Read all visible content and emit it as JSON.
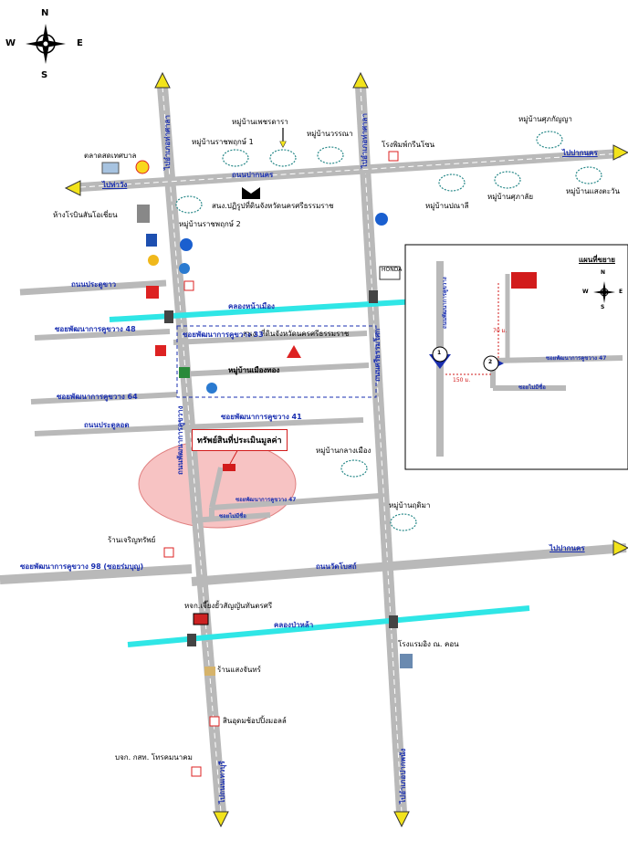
{
  "compass": {
    "n": "N",
    "s": "S",
    "e": "E",
    "w": "W"
  },
  "inset_compass": {
    "n": "N",
    "s": "S",
    "e": "E",
    "w": "W"
  },
  "labels": {
    "market": "ตลาดสดเทศบาล",
    "village_rajaphruk1": "หมู่บ้านราชพฤกษ์ 1",
    "village_phetdara": "หมู่บ้านเพชรดารา",
    "village_wanna": "หมู่บ้านวรรณา",
    "printing": "โรงพิมพ์กรีนโซน",
    "village_kunya": "หมู่บ้านศุภกัญญา",
    "dept_store": "ห้างโรบินสันโอเชี่ยน",
    "land_office": "สนง.ปฏิรูปที่ดินจังหวัดนครศรีธรรมราช",
    "village_rajaphruk2": "หมู่บ้านราชพฤกษ์ 2",
    "village_pannasi": "หมู่บ้านปณาลี",
    "village_supalai": "หมู่บ้านศุภาลัย",
    "village_saengtawan": "หมู่บ้านแสงตะวัน",
    "provincial_land": "สนง. ที่ดินจังหวัดนครศรีธรรมราช",
    "village_muangthong": "หมู่บ้านเมืองทอง",
    "subject": "ทรัพย์สินที่ประเมินมูลค่า",
    "village_klangmuang": "หมู่บ้านกลางเมือง",
    "village_rudima": "หมู่บ้านฤดิมา",
    "shop_charoensap": "ร้านเจริญทรัพย์",
    "hardware": "หจก.เจี๊ยงยั้วสัญญันทันตรศรี",
    "hotel": "โรงแรมอิง ณ. คอน",
    "shop_saengchan": "ร้านแสงจันทร์",
    "ping_mall": "สินอุดมช้อปปิ้งมอลล์",
    "telecom": "บจก. กสท. โทรคมนาคม",
    "honda": "HONDA"
  },
  "roads": {
    "pak_nakhon_top": "ถนนปากนคร",
    "pracha_uthit_1": "ถนนประตูขาว",
    "soi48": "ซอยพัฒนาการคูขวาง 48",
    "soi33": "ซอยพัฒนาการคูขวาง 33",
    "soi64": "ซอยพัฒนาการคูขวาง 64",
    "pracha_lod": "ถนนประตูลอด",
    "soi41": "ซอยพัฒนาการคูขวาง 41",
    "soi47": "ซอยพัฒนาการคูขวาง 47",
    "soi_noname": "ซอยไม่มีชื่อ",
    "soi98": "ซอยพัฒนาการคูขวาง 98 (ซอยร่มบุญ)",
    "wat_lopsat": "ถนนวัดโบสถ์",
    "pattanakan_kukwang": "ถนนพัฒนาการคูขวาง",
    "sri_thammasok": "ถนนศรีธรรมโศก",
    "v_left_top": "ไปอำเภอท่าศาลา",
    "v_right_top": "ไปอำเภอท่าศาลา",
    "v_left_bottom": "ไปถนนเทวบุรี",
    "v_right_bottom": "ไปอำเภอปากพนัง"
  },
  "canals": {
    "canal_top": "คลองหน้าเมือง",
    "canal_bottom": "คลองป่าหล้า"
  },
  "directions": {
    "to_tha_wang": "ไปท่าวัง",
    "to_pak_nakhon_top": "ไปปากนคร",
    "to_pak_nakhon_mid": "ไปปากนคร"
  },
  "inset": {
    "title": "แผนที่ขยาย",
    "marker1": "1",
    "marker2": "2",
    "dist_150": "150 ม.",
    "dist_70": "70 ม.",
    "soi47": "ซอยพัฒนาการคูขวาง 47",
    "soi_noname": "ซอยไม่มีชื่อ",
    "main_road": "ถนนพัฒนาการคูขวาง"
  },
  "colors": {
    "road": "#b9b9b9",
    "canal": "#2fe6e6",
    "route_label": "#1a2fb0",
    "subject_red": "#d21b1b",
    "highlight": "#f4a9a9",
    "arrow_yellow": "#f2e31b"
  }
}
